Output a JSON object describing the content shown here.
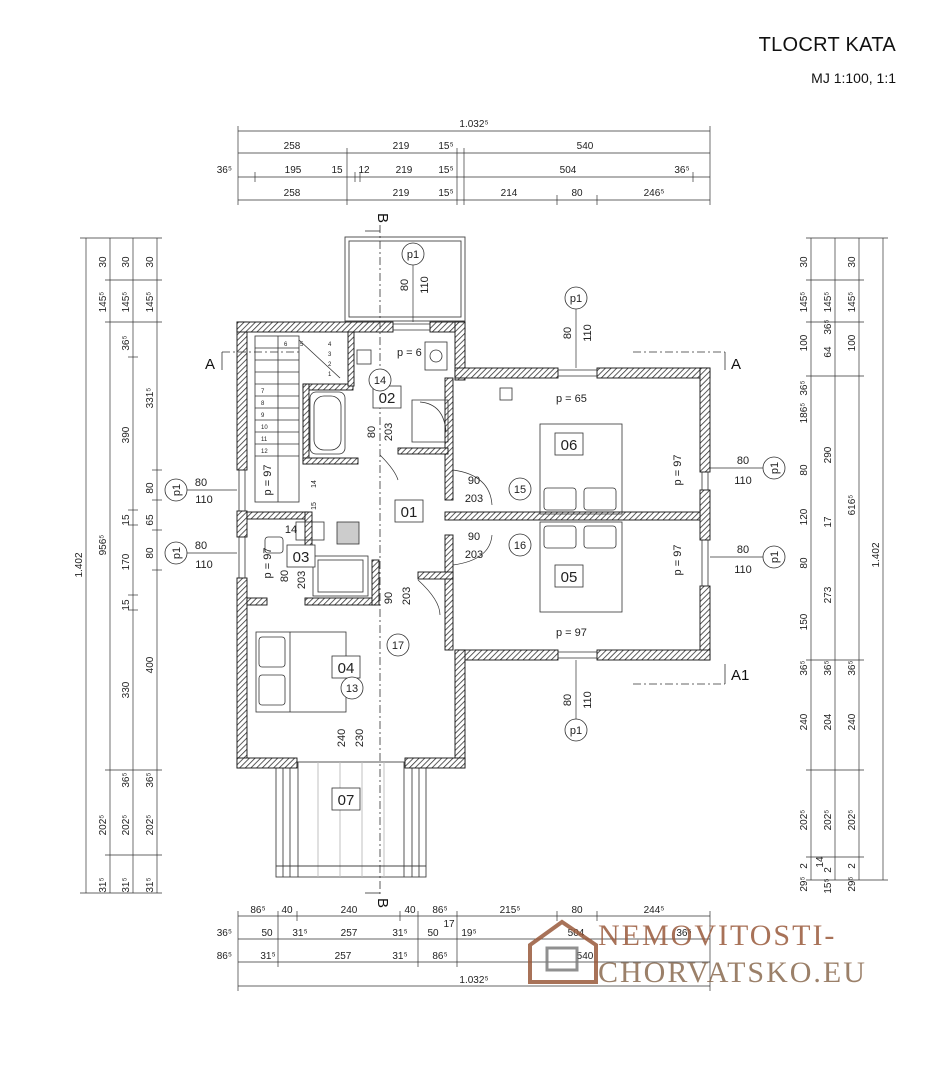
{
  "title": "TLOCRT KATA",
  "scale": "MJ 1:100, 1:1",
  "watermark": {
    "line1": "NEMOVITOSTI-",
    "line2": "CHORVATSKO.EU",
    "color": "#9a5a3c"
  },
  "rooms": [
    "01",
    "02",
    "03",
    "04",
    "05",
    "06",
    "07"
  ],
  "steps": [
    "14",
    "15",
    "16",
    "17",
    "13"
  ],
  "window_tag": "p1",
  "section_labels": {
    "a": "A",
    "a1": "A1",
    "b": "B"
  },
  "notes": {
    "p6": "p = 6",
    "p65": "p = 65",
    "p97": "p = 97",
    "n80": "80",
    "n110": "110",
    "n203": "203",
    "n90": "90",
    "n240": "240",
    "n230": "230"
  },
  "stair_numbers": [
    "6",
    "5",
    "4",
    "3",
    "2",
    "1",
    "7",
    "8",
    "9",
    "10",
    "11",
    "12"
  ],
  "dims_top": {
    "row1": [
      "1.032⁵"
    ],
    "row2": [
      "258",
      "219",
      "15⁵",
      "540"
    ],
    "row3": [
      "36⁵",
      "195",
      "15",
      "12",
      "219",
      "15⁵",
      "504",
      "36⁵"
    ],
    "row4": [
      "258",
      "219",
      "15⁵",
      "214",
      "80",
      "246⁵"
    ]
  },
  "dims_bottom": {
    "row1": [
      "86⁵",
      "40",
      "240",
      "40",
      "86⁵",
      "215⁵",
      "80",
      "244⁵",
      "17"
    ],
    "row2": [
      "36⁵",
      "50",
      "31⁵",
      "257",
      "31⁵",
      "50",
      "19⁵",
      "504",
      "36⁵"
    ],
    "row3": [
      "86⁵",
      "31⁵",
      "257",
      "31⁵",
      "86⁵",
      "540"
    ],
    "row4": [
      "1.032⁵"
    ]
  },
  "dims_left": {
    "total": "1.402",
    "col1": [
      "30",
      "145⁵",
      "956⁵",
      "202⁵",
      "31⁵"
    ],
    "col2": [
      "30",
      "145⁵",
      "36⁵",
      "390",
      "15",
      "170",
      "15",
      "330",
      "36⁵",
      "202⁵",
      "31⁵"
    ],
    "col3": [
      "30",
      "145⁵",
      "331⁵",
      "80",
      "65",
      "80",
      "400",
      "36⁵",
      "202⁵",
      "31⁵"
    ]
  },
  "dims_right": {
    "total": "1.402",
    "col1": [
      "30",
      "145⁵",
      "100",
      "36⁵",
      "186⁵",
      "80",
      "120",
      "80",
      "150",
      "36⁵",
      "240",
      "202⁵",
      "29⁵",
      "2"
    ],
    "col2": [
      "145⁵",
      "36⁵",
      "64",
      "290",
      "17",
      "273",
      "36⁵",
      "204",
      "202⁵",
      "15⁵",
      "2",
      "14"
    ],
    "col3": [
      "30",
      "145⁵",
      "100",
      "616⁵",
      "36⁵",
      "240",
      "202⁵",
      "29⁵",
      "2"
    ]
  }
}
